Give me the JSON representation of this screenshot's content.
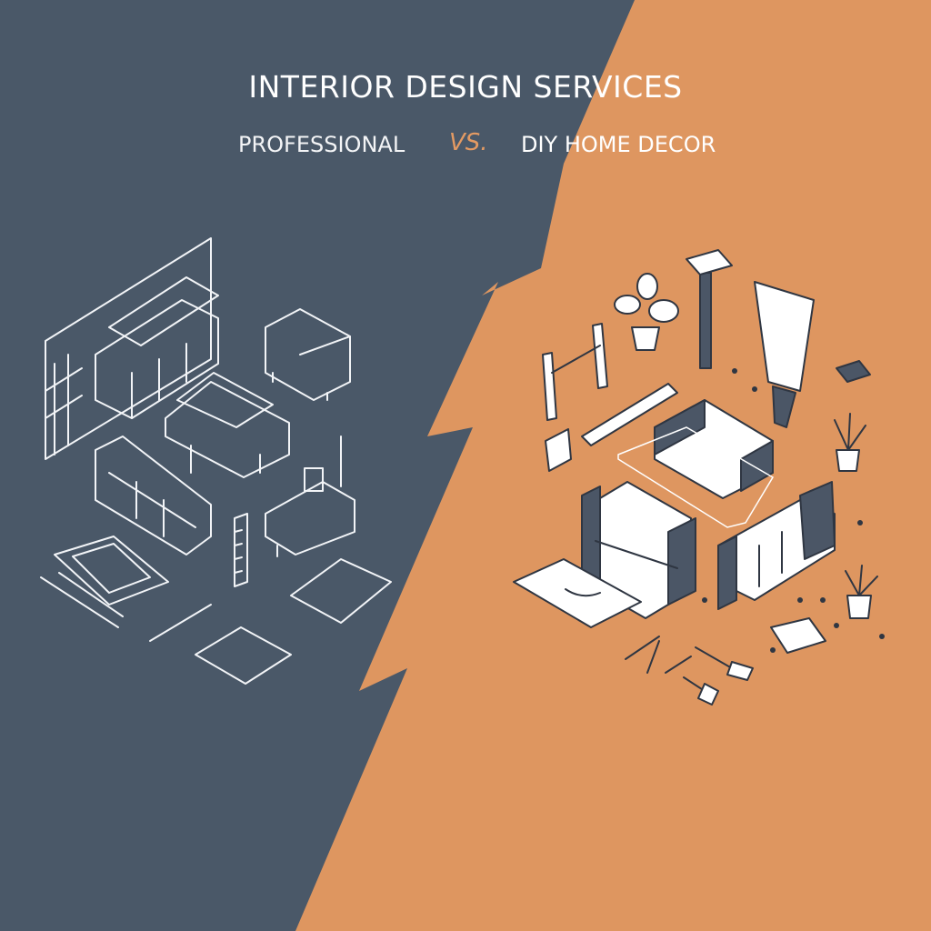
{
  "header": {
    "title": "INTERIOR DESIGN SERVICES",
    "left_label": "PROFESSIONAL",
    "vs_label": "VS.",
    "right_label": "DIY HOME DECOR"
  },
  "colors": {
    "left_panel": "#4a5868",
    "right_panel": "#de9660",
    "vs_accent": "#e39a63"
  },
  "icons": {
    "professional": [
      "floor-plan-icon",
      "sofa-icon",
      "bench-icon",
      "sectional-sofa-icon",
      "bookshelf-icon",
      "tv-console-icon",
      "ruler-icon",
      "tablet-icon",
      "pen-icon",
      "stylus-icon"
    ],
    "diy": [
      "hammer-icon",
      "paintbrush-icon",
      "potted-plant-icon",
      "sawhorse-icon",
      "level-icon",
      "sofa-icon",
      "shelf-icon",
      "rug-icon",
      "wrench-icon",
      "screwdriver-icon",
      "screw-icon",
      "sponge-icon"
    ]
  }
}
